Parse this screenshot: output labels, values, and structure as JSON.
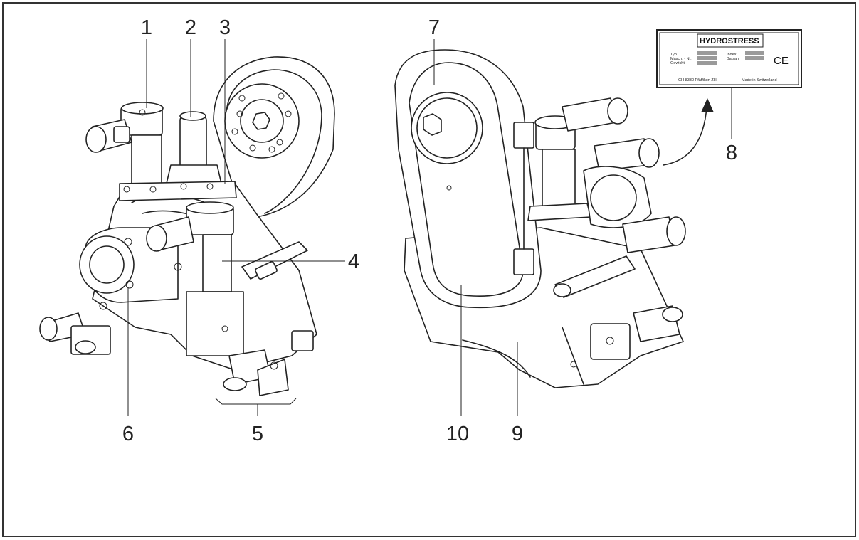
{
  "callouts": {
    "c1": "1",
    "c2": "2",
    "c3": "3",
    "c4": "4",
    "c5": "5",
    "c6": "6",
    "c7": "7",
    "c8": "8",
    "c9": "9",
    "c10": "10"
  },
  "nameplate": {
    "brand": "HYDROSTRESS",
    "typ": "Typ",
    "masch_nr": "Masch. - Nr.",
    "gewicht": "Gewicht",
    "index": "Index",
    "baujahr": "Baujahr",
    "ce_mark": "CE",
    "address": "CH-8330 Pfäffikon ZH",
    "made_in": "Made in Switzerland"
  },
  "colors": {
    "line": "#222222",
    "background": "#ffffff",
    "frame": "#333333",
    "plate_bar": "#9a9a9a"
  }
}
